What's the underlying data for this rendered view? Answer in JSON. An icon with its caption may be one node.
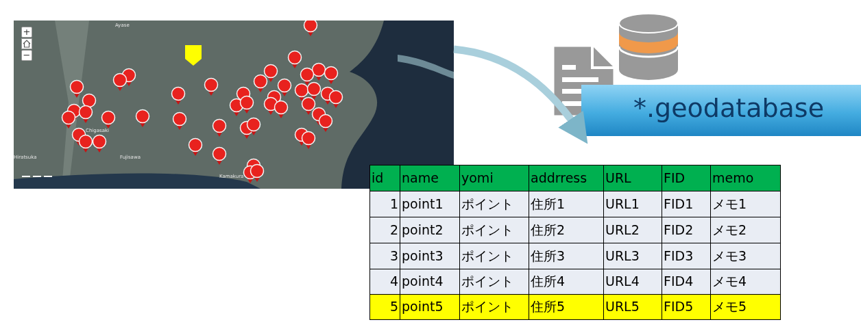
{
  "diagram": {
    "nodes": [
      {
        "text": [],
        "shape": "picture"
      },
      {
        "text": [
          "*.geodatabase"
        ]
      }
    ],
    "edges": [
      {
        "from": 0,
        "to": 1,
        "arrow": "to"
      }
    ],
    "labels": [
      "Ayase",
      "+",
      "−",
      "Chigasaki",
      "Hiratsuka",
      "Fujisawa",
      "Kamakura",
      "id",
      "name",
      "yomi",
      "addrress",
      "URL",
      "FID",
      "memo",
      "1",
      "point1",
      "ポイント",
      "住所1",
      "URL1",
      "FID1",
      "メモ1",
      "2",
      "point2",
      "ポイント",
      "住所2",
      "URL2",
      "FID2",
      "メモ2",
      "3",
      "point3",
      "ポイント",
      "住所3",
      "URL3",
      "FID3",
      "メモ3",
      "4",
      "point4",
      "ポイント",
      "住所4",
      "URL4",
      "FID4",
      "メモ4",
      "5",
      "point5",
      "ポイント",
      "住所5",
      "URL5",
      "FID5",
      "メモ5"
    ]
  }
}
